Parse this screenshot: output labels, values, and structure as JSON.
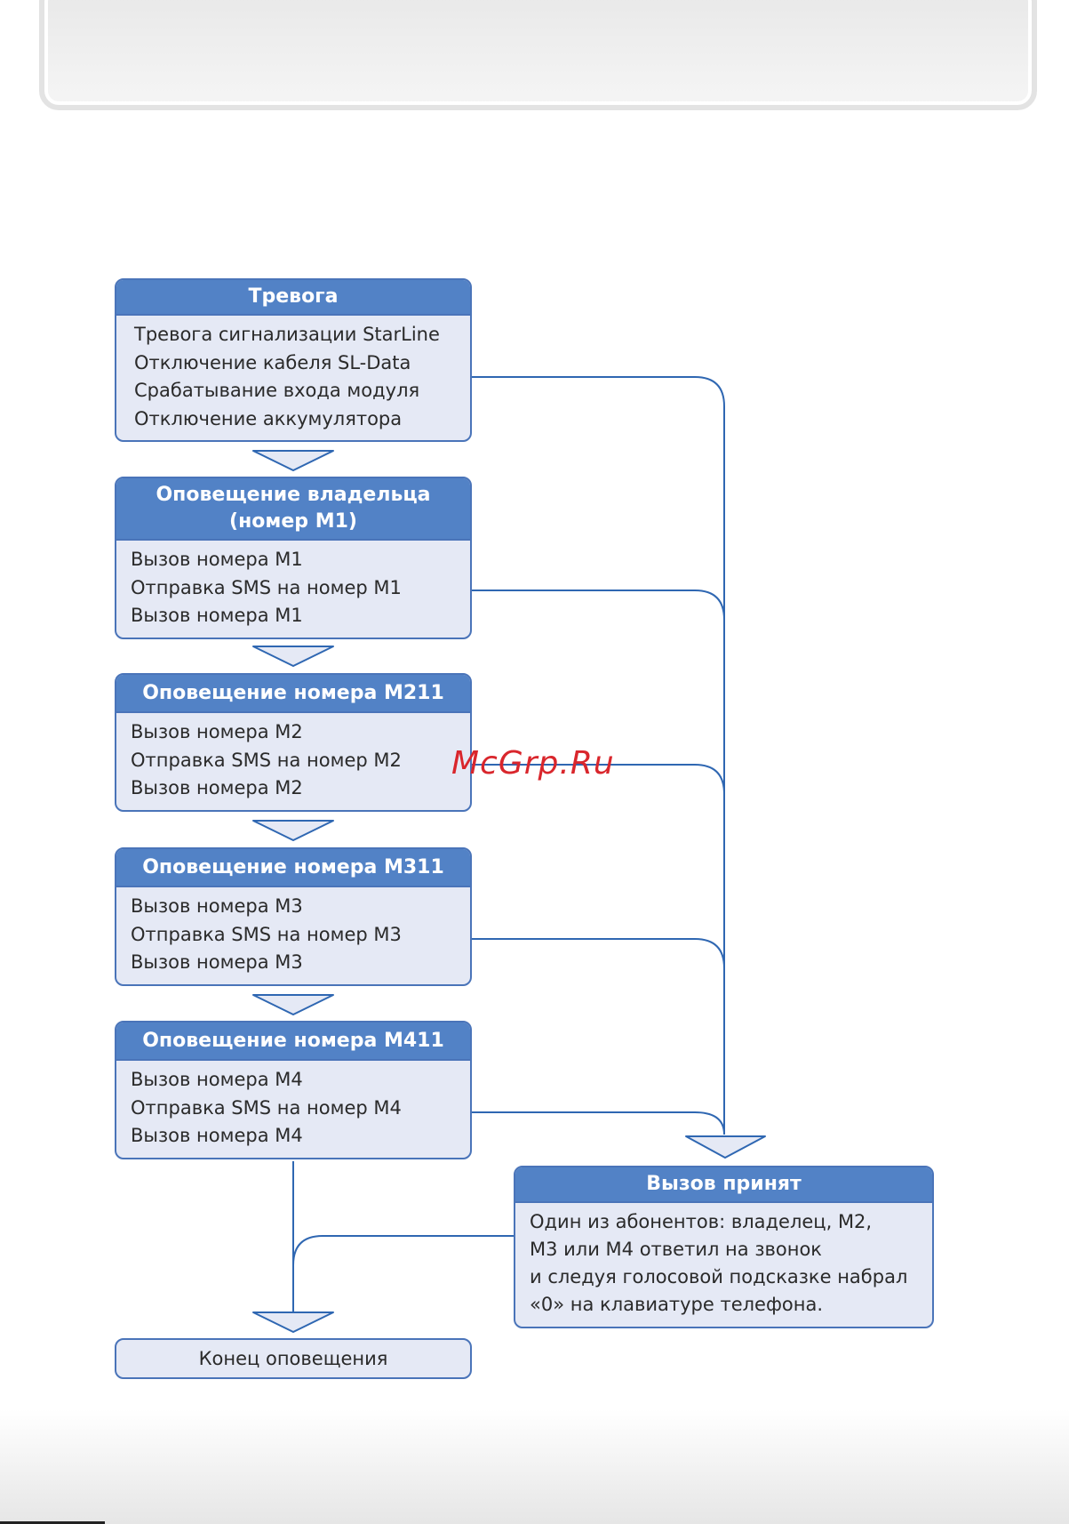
{
  "boxes": {
    "alarm": {
      "title": "Тревога",
      "lines": [
        "Тревога сигнализации StarLine",
        "Отключение кабеля  SL-Data",
        "Срабатывание входа модуля",
        "Отключение аккумулятора"
      ]
    },
    "owner": {
      "title_line1": "Оповещение владельца",
      "title_line2": "(номер М1)",
      "lines": [
        "Вызов номера М1",
        "Отправка SMS на номер М1",
        "Вызов номера М1"
      ]
    },
    "m2": {
      "title": "Оповещение номера М211",
      "lines": [
        "Вызов номера М2",
        "Отправка SMS на номер М2",
        "Вызов номера М2"
      ]
    },
    "m3": {
      "title": "Оповещение номера М311",
      "lines": [
        "Вызов номера М3",
        "Отправка SMS на номер М3",
        "Вызов номера М3"
      ]
    },
    "m4": {
      "title": "Оповещение номера М411",
      "lines": [
        "Вызов номера М4",
        "Отправка SMS на номер М4",
        "Вызов номера М4"
      ]
    },
    "accepted": {
      "title": "Вызов принят",
      "lines": [
        "Один из абонентов: владелец, М2,",
        "М3 или М4 ответил  на звонок",
        "и следуя голосовой подсказке набрал",
        "«0» на клавиатуре телефона."
      ]
    },
    "end": {
      "label": "Конец оповещения"
    }
  },
  "watermark": "McGrp.Ru",
  "colors": {
    "box_header": "#5282c6",
    "box_border": "#4a74b9",
    "box_fill": "#e5e9f5",
    "connector": "#2f67b2",
    "watermark": "#d9262c"
  }
}
